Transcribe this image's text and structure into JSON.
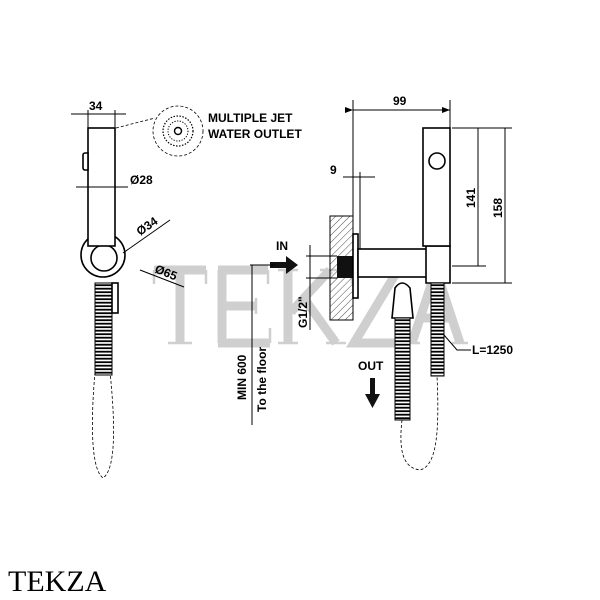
{
  "drawing": {
    "dimensions": {
      "handset_width": "34",
      "handset_diameter": "Ø28",
      "holder_diameter": "Ø34",
      "rosette_diameter": "Ø65",
      "projection": "99",
      "flange_thickness": "9",
      "holder_height": "141",
      "total_height": "158",
      "thread": "G1/2\"",
      "min_height": "MIN 600",
      "min_height_note": "To the floor",
      "hose_length": "L=1250"
    },
    "callouts": {
      "outlet_line1": "MULTIPLE JET",
      "outlet_line2": "WATER OUTLET",
      "inlet": "IN",
      "outlet": "OUT"
    }
  },
  "watermark": "TEKZA",
  "logo": "TEKZA"
}
